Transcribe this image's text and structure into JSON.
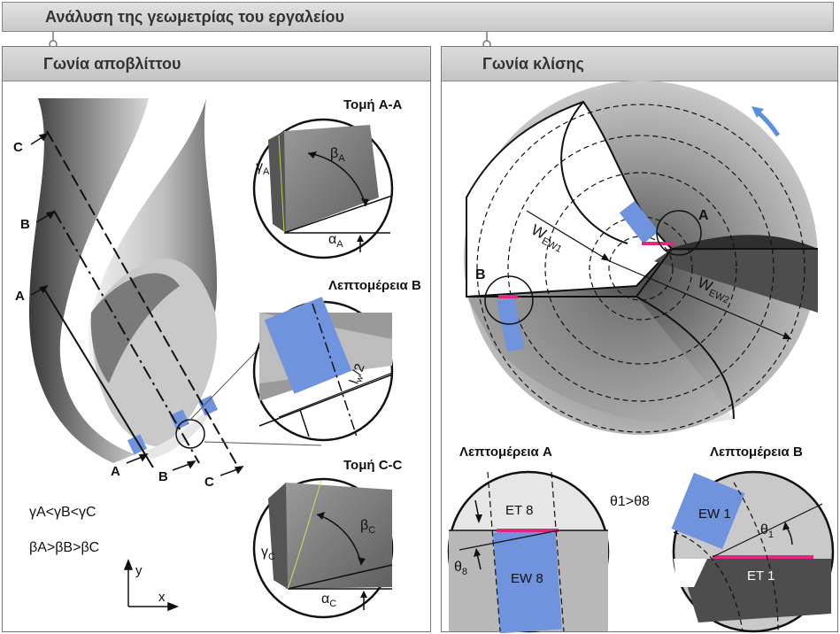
{
  "title": "Ανάλυση της γεωμετρίας του εργαλείου",
  "left": {
    "heading": "Γωνία αποβλίττου",
    "section_aa": "Τομή A-A",
    "detail_b": "Λεπτομέρεια B",
    "section_cc": "Τομή C-C",
    "gamma": "γ",
    "beta": "β",
    "alpha": "α",
    "sub_a": "A",
    "sub_c": "C",
    "lw": "l",
    "lw_sub": "w",
    "lw_tail": "/2",
    "marker_a": "A",
    "marker_b": "B",
    "marker_c": "C",
    "relation_gamma": "γA<γB<γC",
    "relation_beta": "βA>βB>βC",
    "axis_y": "y",
    "axis_x": "x"
  },
  "right": {
    "heading": "Γωνία κλίσης",
    "label_a": "A",
    "label_b": "B",
    "w_ew1": "W",
    "w_ew1_sub": "EW1",
    "w_ew2": "W",
    "w_ew2_sub": "EW2",
    "detail_a": "Λεπτομέρεια A",
    "detail_b": "Λεπτομέρεια B",
    "theta_rel": "θ1>θ8",
    "theta": "θ",
    "theta8_sub": "8",
    "theta1_sub": "1",
    "et8": "ET 8",
    "ew8": "EW 8",
    "ew1": "EW 1",
    "et1": "ET 1"
  },
  "colors": {
    "highlight_blue": "#6f93dd",
    "edge_magenta": "#e0287f",
    "arrow_blue": "#5a8fe0"
  }
}
